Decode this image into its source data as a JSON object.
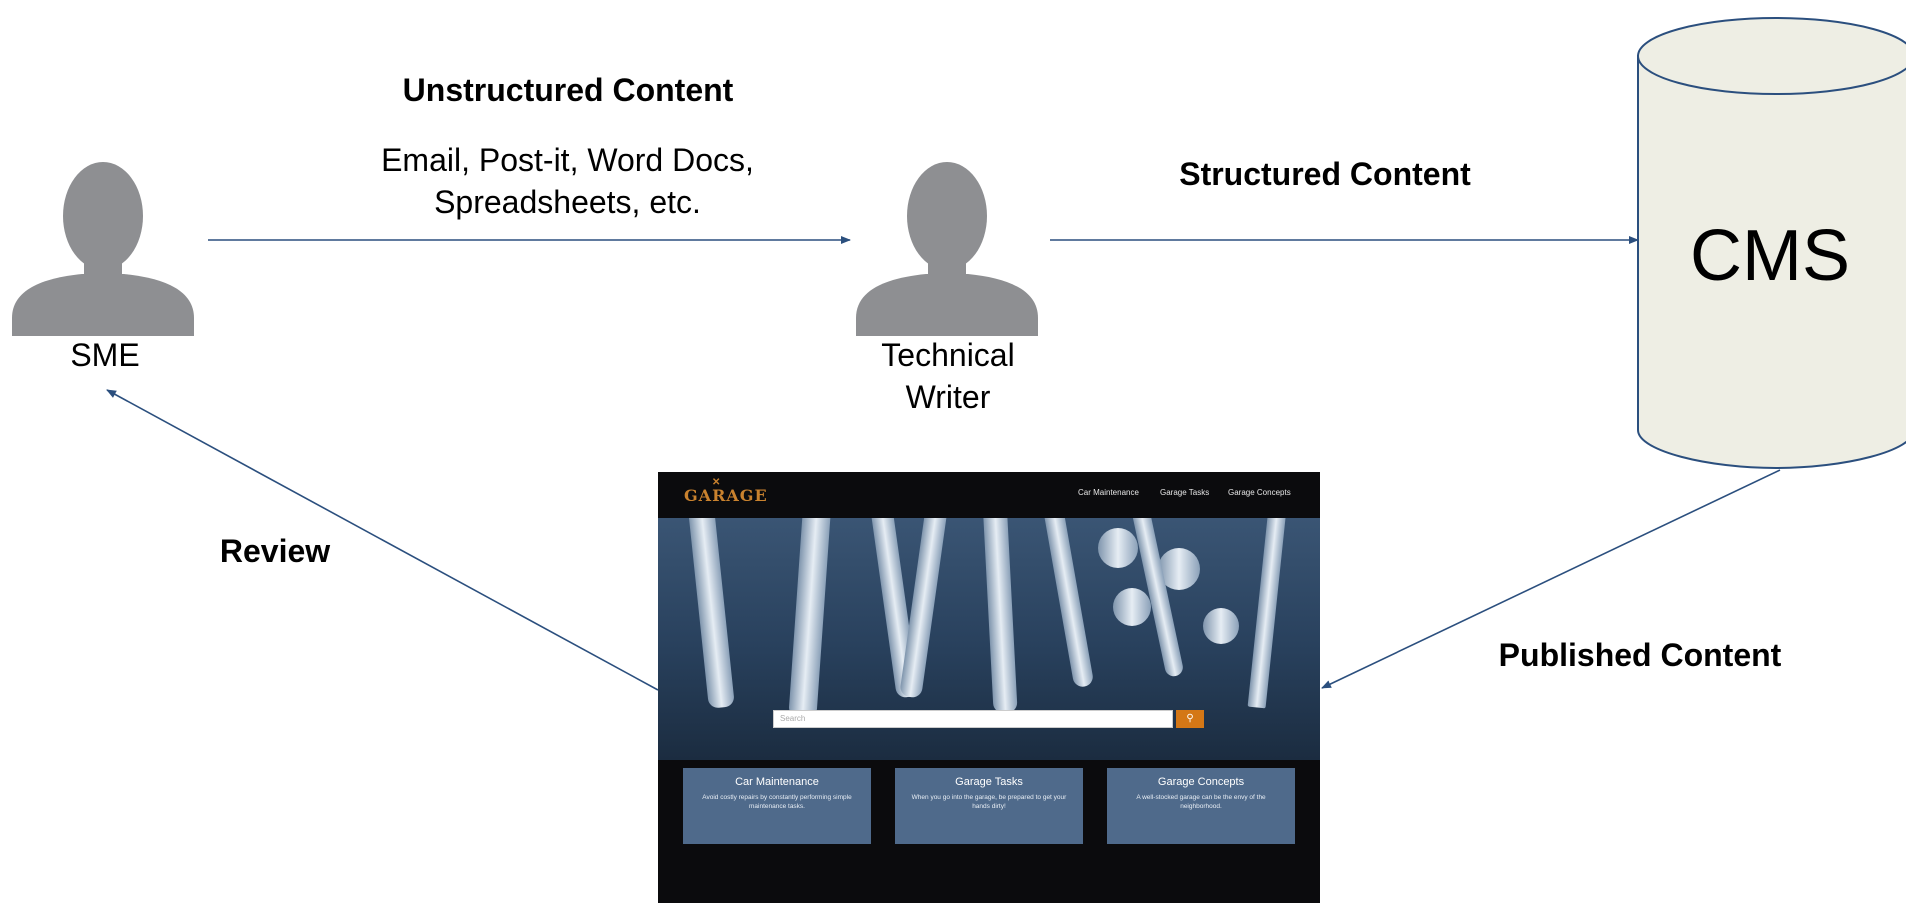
{
  "arrow_labels": {
    "unstructured_title": "Unstructured Content",
    "unstructured_detail": "Email, Post-it, Word Docs, Spreadsheets, etc.",
    "structured": "Structured Content",
    "published": "Published Content",
    "review": "Review"
  },
  "actors": {
    "sme": "SME",
    "technical_writer": "Technical Writer"
  },
  "cms": {
    "label": "CMS"
  },
  "website": {
    "logo": "GARAGE",
    "nav": [
      "Car Maintenance",
      "Garage Tasks",
      "Garage Concepts"
    ],
    "search_placeholder": "Search",
    "search_icon": "magnifier-icon",
    "cards": [
      {
        "title": "Car Maintenance",
        "desc": "Avoid costly repairs by constantly performing simple maintenance tasks."
      },
      {
        "title": "Garage Tasks",
        "desc": "When you go into the garage, be prepared to get your hands dirty!"
      },
      {
        "title": "Garage Concepts",
        "desc": "A well-stocked garage can be the envy of the neighborhood."
      }
    ]
  },
  "colors": {
    "arrow": "#2b4f7e",
    "person": "#8e8f92",
    "cms_fill": "#eeeee4",
    "accent": "#d47716"
  }
}
